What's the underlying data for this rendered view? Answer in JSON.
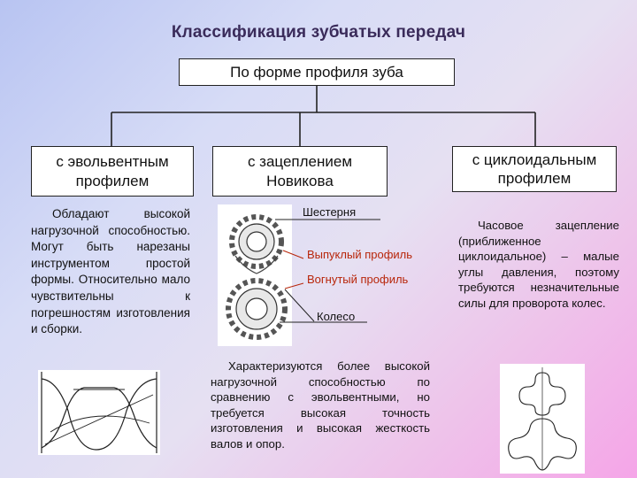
{
  "title": "Классификация зубчатых передач",
  "root": {
    "label": "По форме профиля зуба"
  },
  "branches": [
    {
      "label": "с эвольвентным профилем",
      "description": "Обладают высокой нагрузочной способностью. Могут быть нарезаны инструментом простой формы. Относительно мало чувствительны к погрешностям изготовления и сборки."
    },
    {
      "label": "с зацеплением Новикова",
      "description": "Характеризуются более высокой нагрузочной способностью по сравнению с эвольвентными, но требуется высокая точность изготовления и высокая жесткость валов и опор."
    },
    {
      "label": "с циклоидальным профилем",
      "description": "Часовое зацепление (приближенное циклоидальное) – малые углы давления, поэтому требуются незначительные силы для проворота колес."
    }
  ],
  "gear_labels": {
    "pinion": "Шестерня",
    "convex": "Выпуклый профиль",
    "concave": "Вогнутый профиль",
    "wheel": "Колесо"
  },
  "colors": {
    "accent_label": "#b8260a",
    "title": "#3a2b5a",
    "box_border": "#222222"
  }
}
